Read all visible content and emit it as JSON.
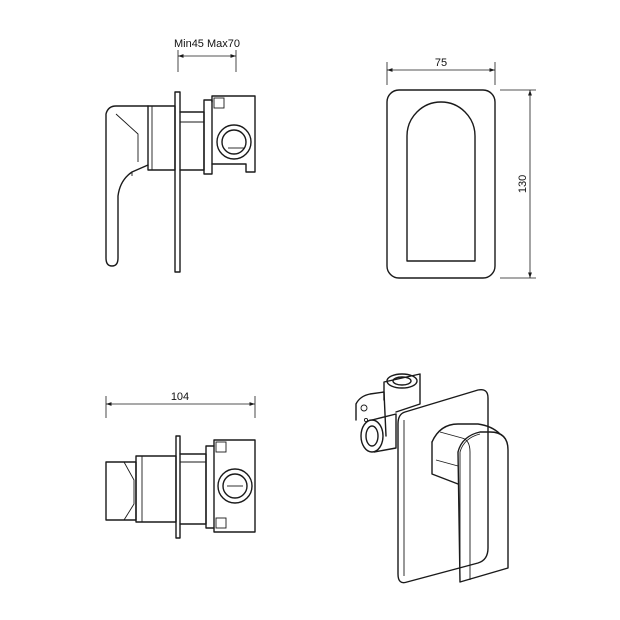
{
  "dimensions": {
    "wall_range": "Min45 Max70",
    "plate_width": "75",
    "plate_height": "130",
    "body_depth": "104"
  },
  "colors": {
    "line": "#1a1a1a",
    "background": "#ffffff"
  }
}
